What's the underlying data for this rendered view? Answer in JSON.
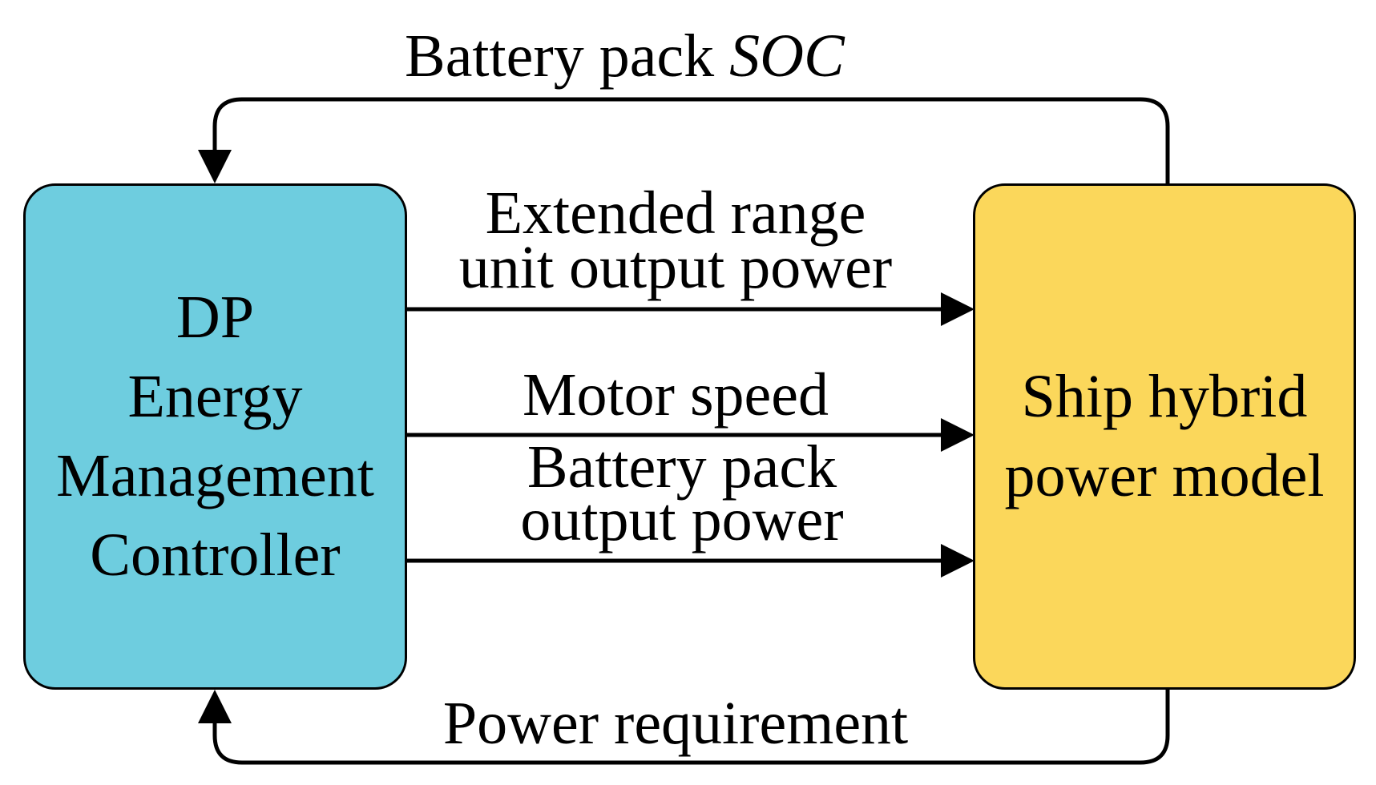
{
  "colors": {
    "controller_fill": "#6ECDDF",
    "model_fill": "#FBD75B",
    "line": "#000000"
  },
  "controller": {
    "lines": [
      "DP",
      "Energy",
      "Management",
      "Controller"
    ]
  },
  "model": {
    "lines": [
      "Ship hybrid",
      "power model"
    ]
  },
  "feedback_top": {
    "text": "Battery pack ",
    "italic": "SOC"
  },
  "signals": {
    "extended_range": [
      "Extended range",
      "unit output power"
    ],
    "motor_speed": "Motor speed",
    "battery_output": [
      "Battery pack",
      "output power"
    ]
  },
  "feedback_bottom": {
    "text": "Power requirement"
  }
}
